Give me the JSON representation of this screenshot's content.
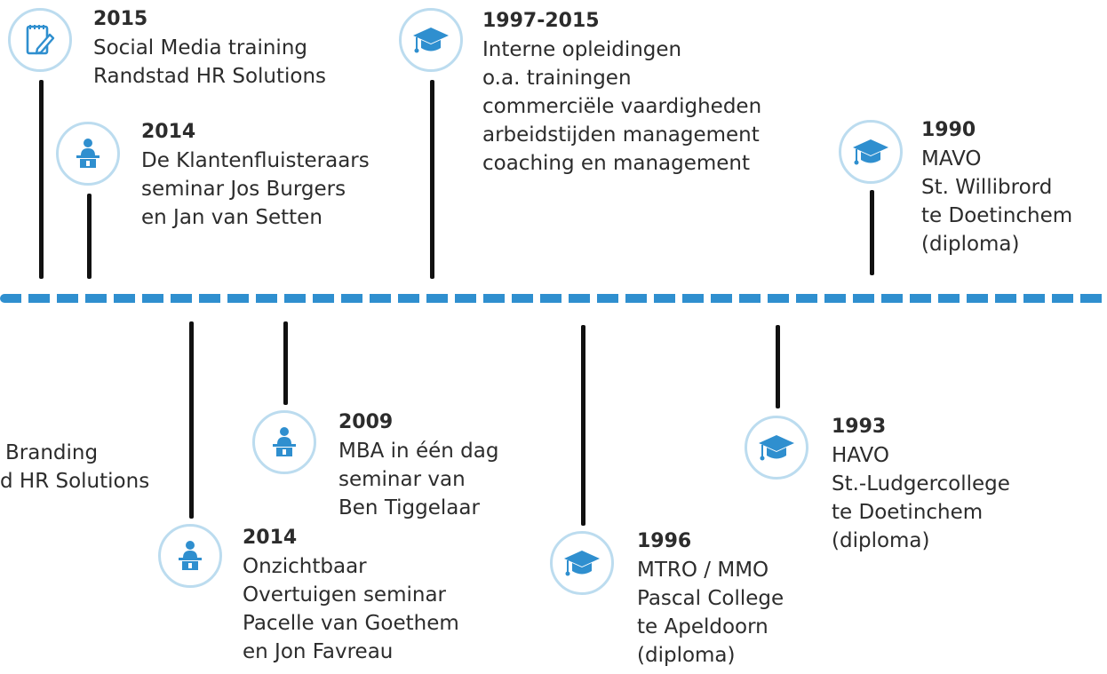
{
  "events": [
    {
      "id": "social-media-training",
      "year": "2015",
      "lines": [
        "Social Media training",
        "Randstad HR Solutions"
      ],
      "icon": "certificate-pencil-icon"
    },
    {
      "id": "klantenfluisteraars",
      "year": "2014",
      "lines": [
        "De Klantenfluisteraars",
        "seminar Jos Burgers",
        "en Jan van Setten"
      ],
      "icon": "speaker-podium-icon"
    },
    {
      "id": "interne-opleidingen",
      "year": "1997-2015",
      "lines": [
        "Interne opleidingen",
        "o.a. trainingen",
        "commerciële vaardigheden",
        "arbeidstijden management",
        "coaching en management"
      ],
      "icon": "graduation-cap-icon"
    },
    {
      "id": "mavo",
      "year": "1990",
      "lines": [
        "MAVO",
        "St. Willibrord",
        "te Doetinchem",
        "(diploma)"
      ],
      "icon": "graduation-cap-icon"
    },
    {
      "id": "branding",
      "year": "",
      "lines": [
        "Branding",
        "d HR Solutions"
      ],
      "icon": ""
    },
    {
      "id": "mba",
      "year": "2009",
      "lines": [
        "MBA in één dag",
        "seminar van",
        "Ben Tiggelaar"
      ],
      "icon": "speaker-podium-icon"
    },
    {
      "id": "onzichtbaar",
      "year": "2014",
      "lines": [
        "Onzichtbaar",
        "Overtuigen seminar",
        "Pacelle van Goethem",
        "en Jon Favreau"
      ],
      "icon": "speaker-podium-icon"
    },
    {
      "id": "mtro",
      "year": "1996",
      "lines": [
        "MTRO / MMO",
        "Pascal College",
        "te Apeldoorn",
        "(diploma)"
      ],
      "icon": "graduation-cap-icon"
    },
    {
      "id": "havo",
      "year": "1993",
      "lines": [
        "HAVO",
        "St.-Ludgercollege",
        "te Doetinchem",
        "(diploma)"
      ],
      "icon": "graduation-cap-icon"
    }
  ],
  "colors": {
    "accent": "#2f8fcf",
    "ring": "#bcdcef",
    "stem": "#111111",
    "text": "#2c2c2c"
  }
}
